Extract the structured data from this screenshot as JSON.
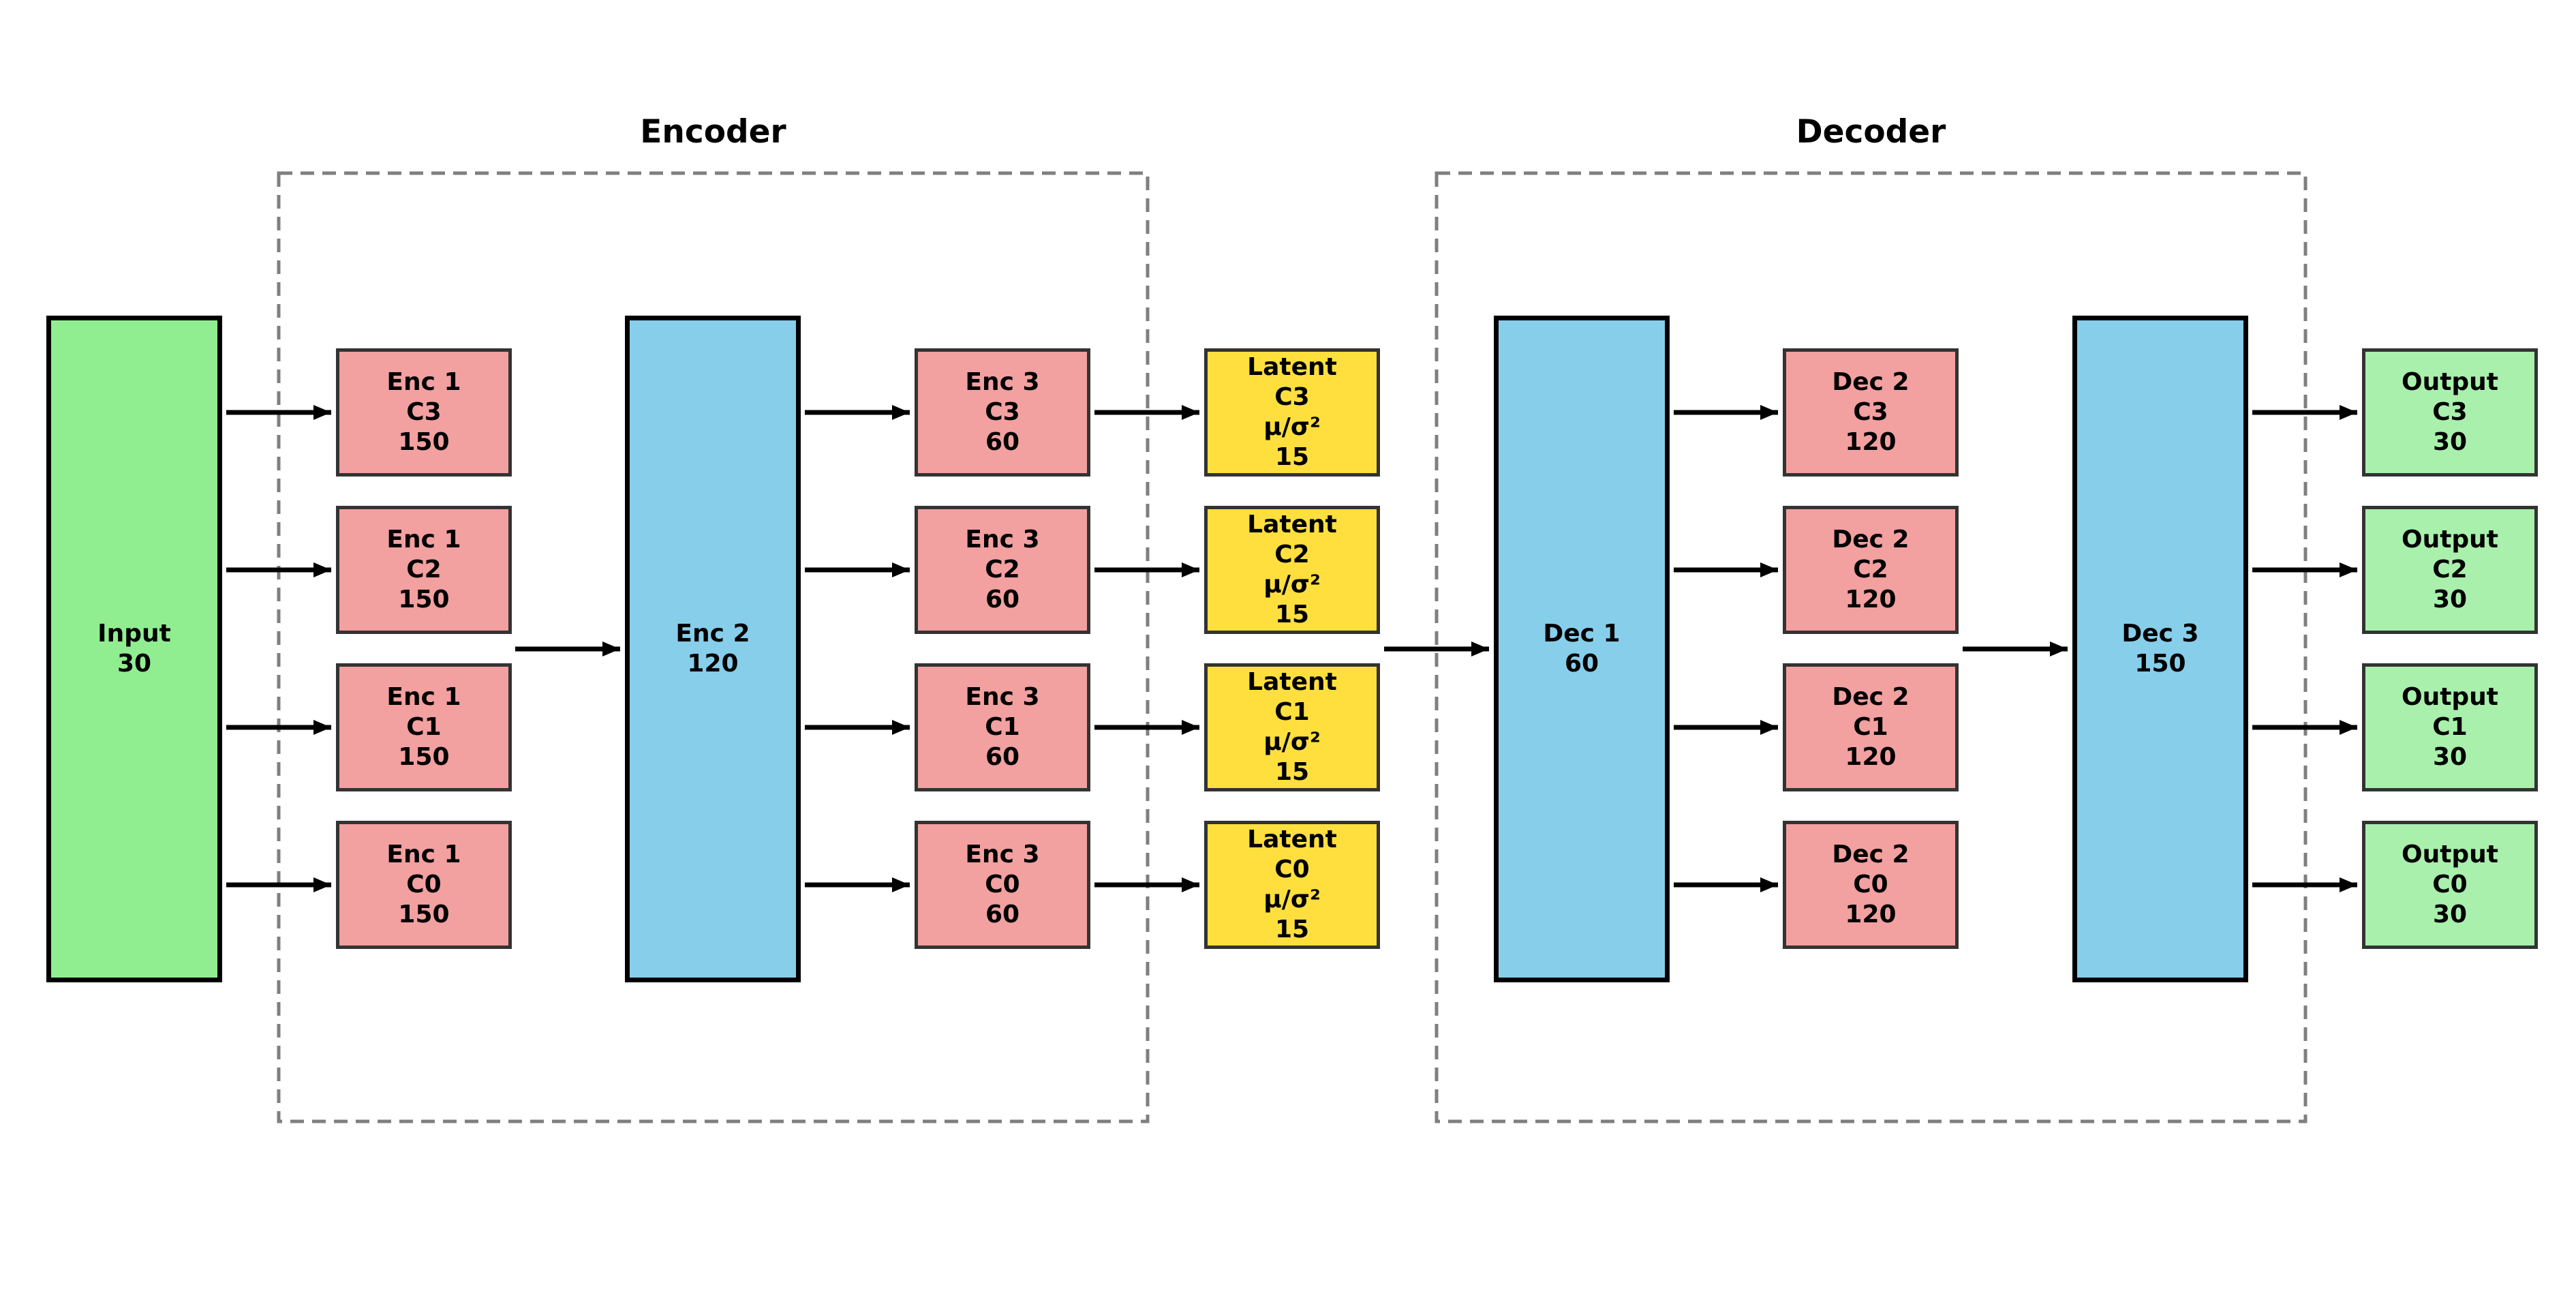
{
  "figure": {
    "kind": "vae-architecture-diagram",
    "background": "#FFFFFF"
  },
  "colors": {
    "input": "#90EE90",
    "hidden": "#F2A0A0",
    "bottleneck": "#87CEEB",
    "latent": "#FFDF3E",
    "output": "#A9F0AC",
    "border_small": "#333333",
    "border_tall": "#000000",
    "group_border": "#7F7F7F",
    "arrow": "#000000",
    "text": "#000000"
  },
  "groups": {
    "encoder": {
      "title": "Encoder"
    },
    "decoder": {
      "title": "Decoder"
    }
  },
  "nodes": {
    "input": {
      "label": "Input\n30"
    },
    "enc1": [
      {
        "label": "Enc 1\nC3\n150"
      },
      {
        "label": "Enc 1\nC2\n150"
      },
      {
        "label": "Enc 1\nC1\n150"
      },
      {
        "label": "Enc 1\nC0\n150"
      }
    ],
    "enc2": {
      "label": "Enc 2\n120"
    },
    "enc3": [
      {
        "label": "Enc 3\nC3\n60"
      },
      {
        "label": "Enc 3\nC2\n60"
      },
      {
        "label": "Enc 3\nC1\n60"
      },
      {
        "label": "Enc 3\nC0\n60"
      }
    ],
    "latent": [
      {
        "label": "Latent\nC3\nμ/σ²\n15"
      },
      {
        "label": "Latent\nC2\nμ/σ²\n15"
      },
      {
        "label": "Latent\nC1\nμ/σ²\n15"
      },
      {
        "label": "Latent\nC0\nμ/σ²\n15"
      }
    ],
    "dec1": {
      "label": "Dec 1\n60"
    },
    "dec2": [
      {
        "label": "Dec 2\nC3\n120"
      },
      {
        "label": "Dec 2\nC2\n120"
      },
      {
        "label": "Dec 2\nC1\n120"
      },
      {
        "label": "Dec 2\nC0\n120"
      }
    ],
    "dec3": {
      "label": "Dec 3\n150"
    },
    "output": [
      {
        "label": "Output\nC3\n30"
      },
      {
        "label": "Output\nC2\n30"
      },
      {
        "label": "Output\nC1\n30"
      },
      {
        "label": "Output\nC0\n30"
      }
    ]
  }
}
